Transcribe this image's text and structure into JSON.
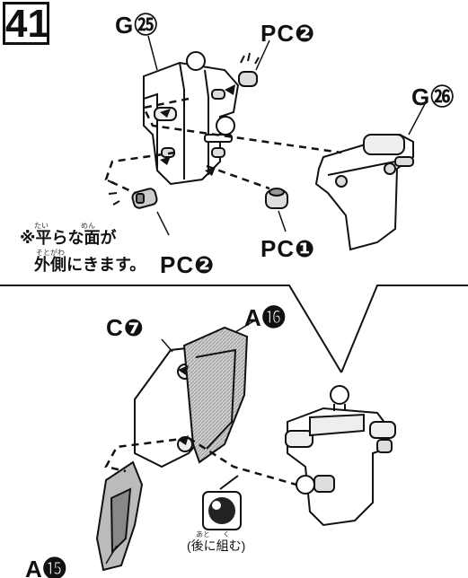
{
  "step_number": "41",
  "part_labels": {
    "g25": "G㉕",
    "pc2_top": "PC❷",
    "g26": "G㉖",
    "pc2_bottom": "PC❷",
    "pc1": "PC❶",
    "c7": "C❼",
    "a16": "A⓰",
    "a15": "A⓯"
  },
  "note": {
    "line1": "※平らな面が",
    "line2": "外側にきます。",
    "ruby_tai": "たい",
    "ruby_men": "めん",
    "ruby_sotogawa": "そとがわ"
  },
  "caption": {
    "text": "(後に組む)",
    "ruby_ato": "あと",
    "ruby_ku": "く"
  },
  "colors": {
    "ink": "#111111",
    "panel_gray": "#9a9a9a",
    "light_gray": "#d8d8d8"
  }
}
